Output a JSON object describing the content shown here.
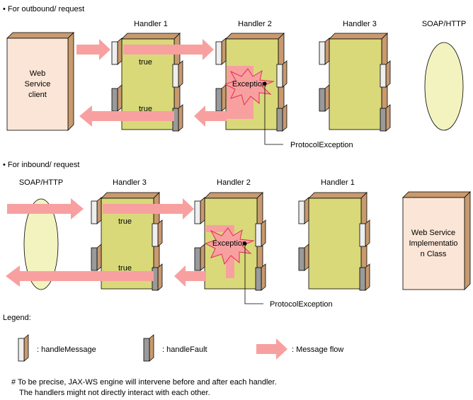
{
  "outbound": {
    "heading": "• For outbound/ request",
    "handler1": "Handler 1",
    "handler2": "Handler 2",
    "handler3": "Handler 3",
    "soap": "SOAP/HTTP",
    "client": [
      "Web",
      "Service",
      "client"
    ],
    "true_top": "true",
    "true_bottom": "true",
    "exception": "Exception",
    "protocol_exception": "ProtocolException"
  },
  "inbound": {
    "heading": "• For inbound/ request",
    "soap": "SOAP/HTTP",
    "handler3": "Handler 3",
    "handler2": "Handler 2",
    "handler1": "Handler 1",
    "impl": [
      "Web Service",
      "Implementatio",
      "n Class"
    ],
    "true_top": "true",
    "true_bottom": "true",
    "exception": "Exception",
    "protocol_exception": "ProtocolException"
  },
  "legend": {
    "title": "Legend:",
    "handle_message": ": handleMessage",
    "handle_fault": ": handleFault",
    "message_flow": ": Message flow"
  },
  "footnote": {
    "line1": "# To be precise, JAX-WS engine will intervene before and after each handler.",
    "line2": "The handlers might not directly interact with each other."
  },
  "colors": {
    "handler_face": "#d9d97a",
    "box_side": "#c89a6e",
    "client_face": "#fbe5d6",
    "soap_fill": "#f3f3c0",
    "arrow": "#f8a0a0",
    "message_port": "#eeeeee",
    "fault_port": "#9a9a9a"
  }
}
